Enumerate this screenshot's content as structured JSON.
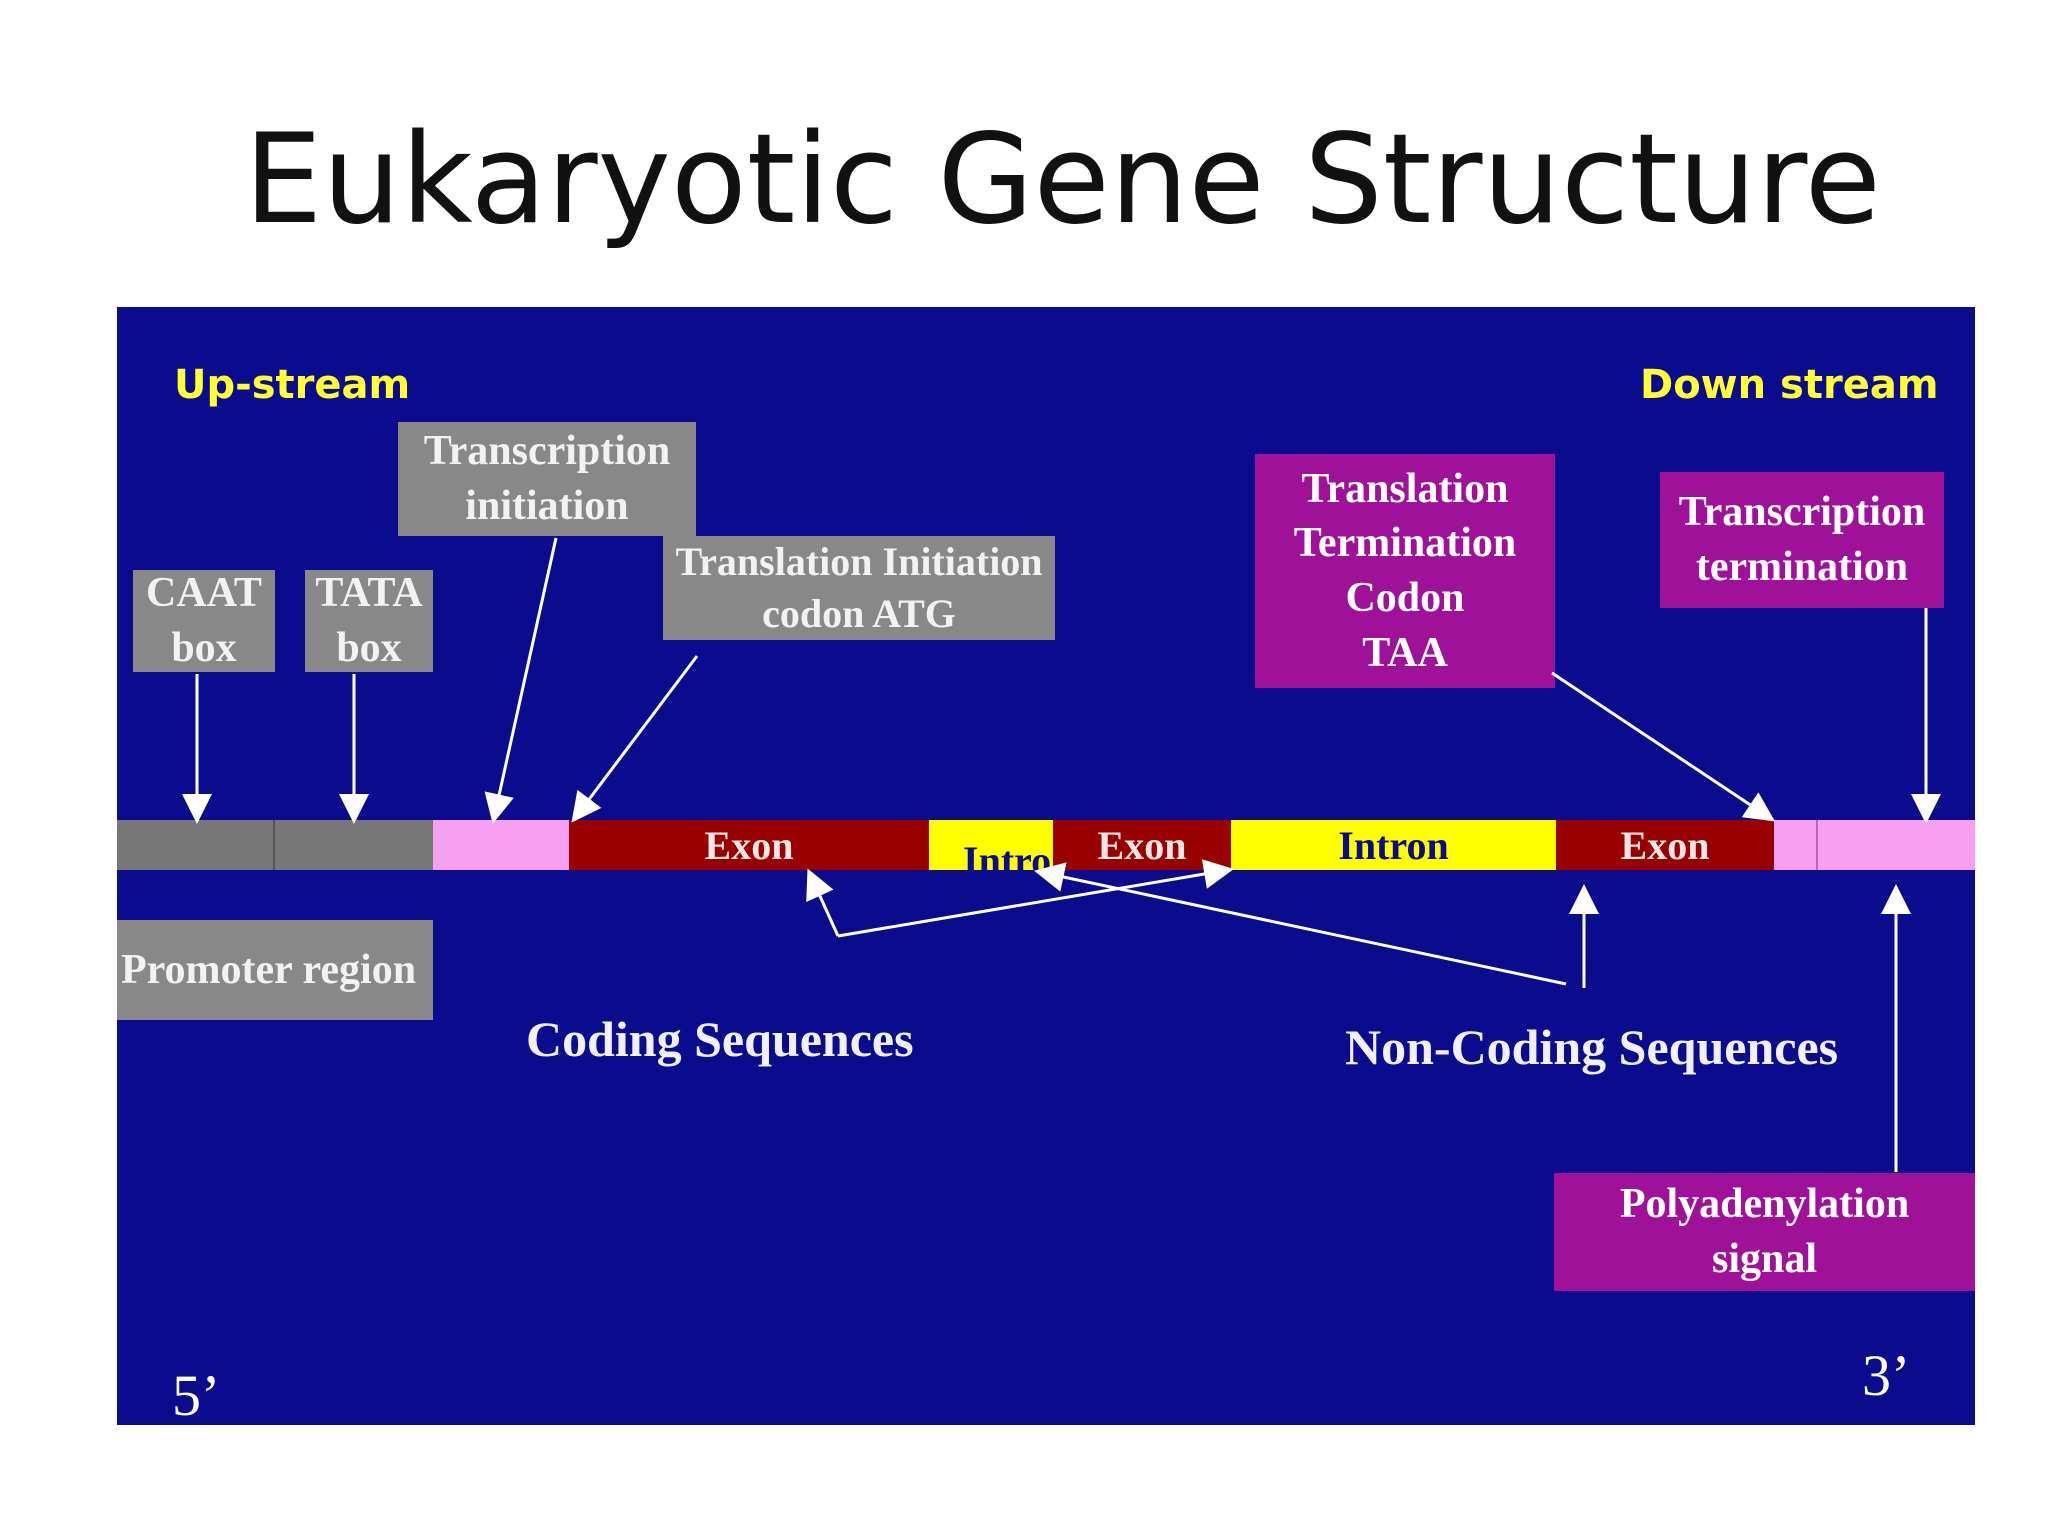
{
  "title": "Eukaryotic Gene Structure",
  "direction": {
    "upstream": "Up-stream",
    "downstream": "Down stream"
  },
  "ends": {
    "five_prime": "5’",
    "three_prime": "3’"
  },
  "boxes": {
    "transcription_initiation": "Transcription\ninitiation",
    "caat_box": "CAAT\nbox",
    "tata_box": "TATA\nbox",
    "translation_initiation": "Translation Initiation\ncodon ATG",
    "translation_termination": "Translation\nTermination\nCodon\nTAA",
    "transcription_termination": "Transcription\ntermination",
    "promoter_region": "Promoter region",
    "polyadenylation_signal": "Polyadenylation\nsignal"
  },
  "segments": {
    "exon_1": "Exon",
    "intron_1": "Intro",
    "exon_2": "Exon",
    "intron_2": "Intron",
    "exon_3": "Exon"
  },
  "labels": {
    "coding": "Coding Sequences",
    "non_coding": "Non-Coding Sequences"
  },
  "colors": {
    "panel": "#0b0b8e",
    "promoter": "#777777",
    "utr": "#f7a0f2",
    "exon": "#990000",
    "intron": "#ffff00",
    "label_box_gray": "#888888",
    "label_box_purple": "#a0119a",
    "direction_text": "#ffff33"
  }
}
